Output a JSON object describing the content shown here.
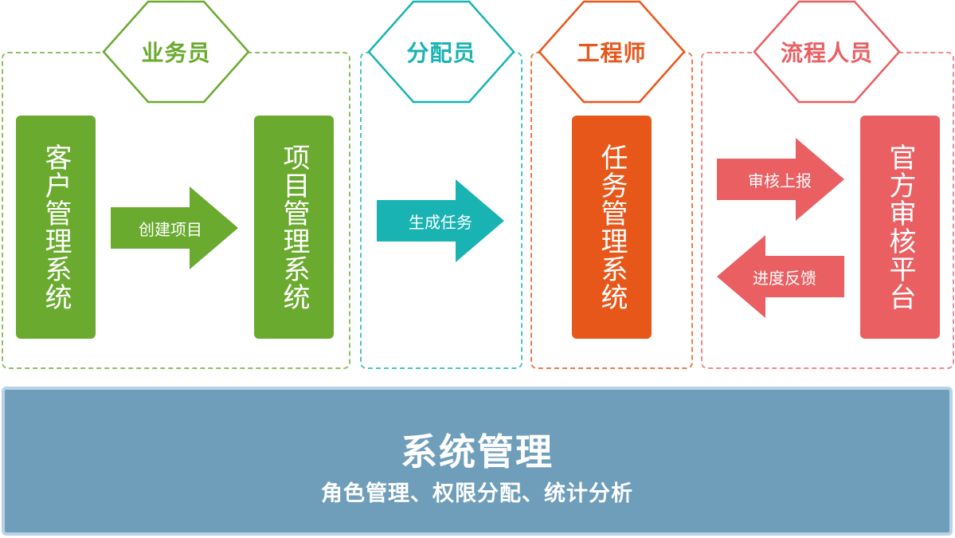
{
  "roles": [
    {
      "label": "业务员",
      "color": "#6aaa2f"
    },
    {
      "label": "分配员",
      "color": "#19b3b3"
    },
    {
      "label": "工程师",
      "color": "#e8571a"
    },
    {
      "label": "流程人员",
      "color": "#ea5f62"
    }
  ],
  "systems": {
    "customer": "客户管理系统",
    "project": "项目管理系统",
    "task": "任务管理系统",
    "audit": "官方审核平台"
  },
  "arrows": {
    "create_project": "创建项目",
    "generate_task": "生成任务",
    "audit_report": "审核上报",
    "progress_feedback": "进度反馈"
  },
  "system_management": {
    "title": "系统管理",
    "subtitle": "角色管理、权限分配、统计分析"
  }
}
